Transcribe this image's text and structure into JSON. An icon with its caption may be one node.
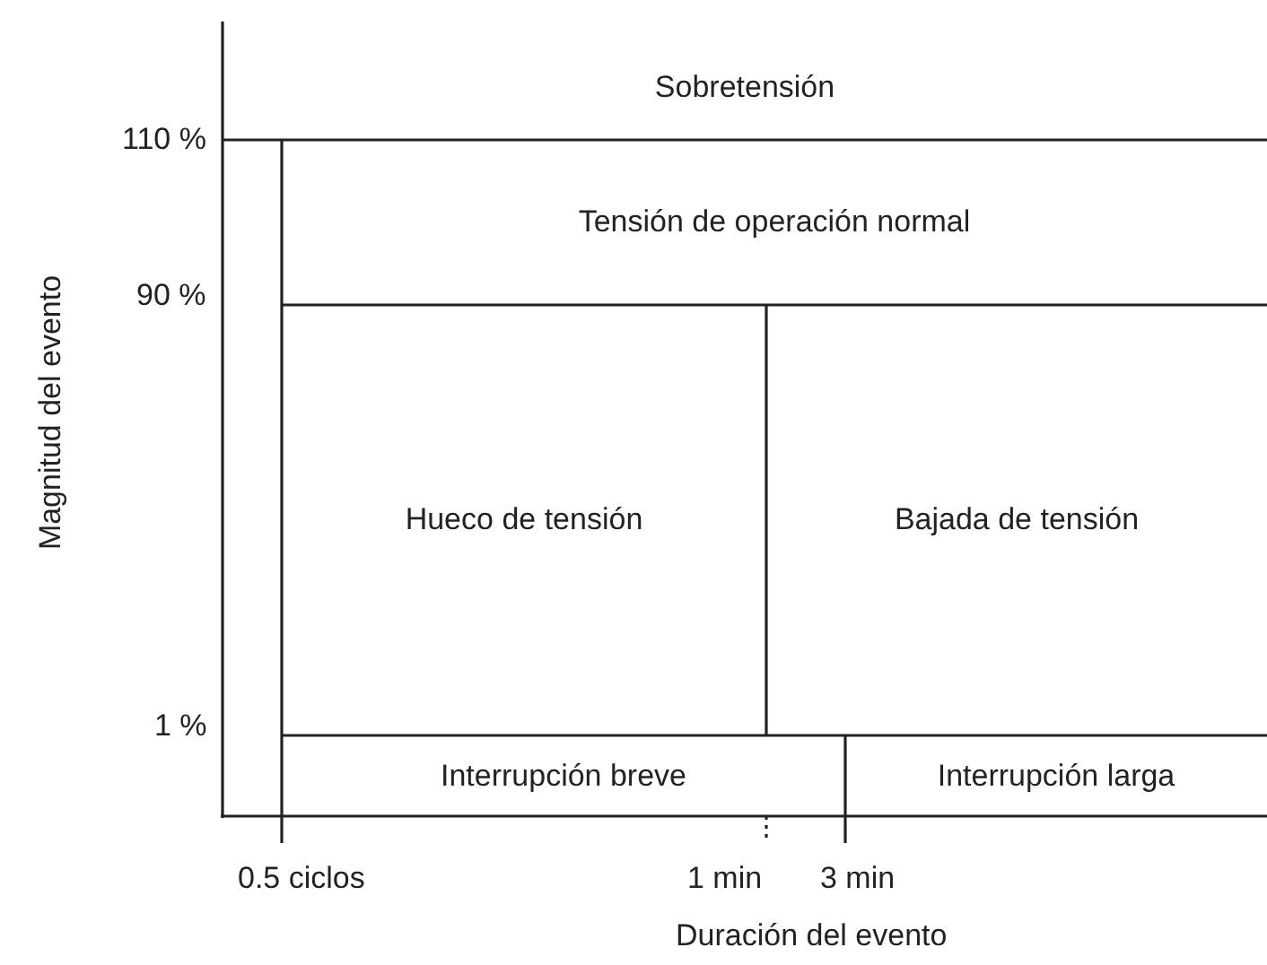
{
  "diagram": {
    "nodes": [
      {
        "text": [
          "Sobretensión"
        ]
      },
      {
        "text": [
          "Tensión de operación normal"
        ]
      },
      {
        "text": [
          "Hueco de tensión"
        ]
      },
      {
        "text": [
          "Bajada de tensión"
        ]
      },
      {
        "text": [
          "Interrupción breve"
        ]
      },
      {
        "text": [
          "Interrupción larga"
        ]
      }
    ],
    "edges": [],
    "labels": [
      "110 %",
      "90 %",
      "Magnitud del evento",
      "1 %",
      "0.5 ciclos",
      "1 min",
      "3 min",
      "Duración del evento"
    ]
  }
}
